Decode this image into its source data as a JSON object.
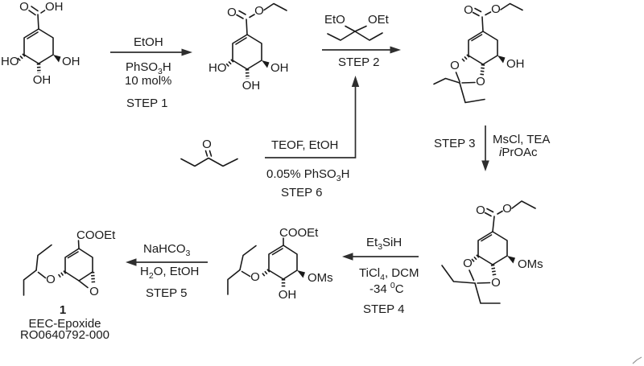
{
  "colors": {
    "ink": "#1a1a1a",
    "arrow": "#2e2e2e",
    "background": "#ffffff"
  },
  "steps": {
    "step1": {
      "label": "STEP 1",
      "reagent_above": "EtOH",
      "reagent_below_1": [
        "PhSO",
        "3",
        "H"
      ],
      "reagent_below_2": "10 mol%"
    },
    "step2": {
      "label": "STEP 2"
    },
    "step3": {
      "label": "STEP 3",
      "reagent_line_1": "MsCl, TEA",
      "reagent_line_2": [
        "i",
        "PrOAc"
      ]
    },
    "step4": {
      "label": "STEP 4",
      "reagent_above": [
        "Et",
        "3",
        "SiH"
      ],
      "reagent_below_1": [
        "TiCl",
        "4",
        ", DCM"
      ],
      "reagent_below_2": [
        "-34 ",
        "0",
        "C"
      ]
    },
    "step5": {
      "label": "STEP 5",
      "reagent_above": [
        "NaHCO",
        "3"
      ],
      "reagent_below": [
        "H",
        "2",
        "O, EtOH"
      ]
    },
    "step6": {
      "label": "STEP 6",
      "reagent_above": "TEOF, EtOH",
      "reagent_below": [
        "0.05% PhSO",
        "3",
        "H"
      ]
    }
  },
  "molecules": {
    "shikimic_acid": {
      "labels": {
        "carbonyl_o": "O",
        "acid_oh": "OH",
        "ho_left": "HO",
        "oh_bottom": "OH",
        "oh_right": "OH"
      }
    },
    "ethyl_shikimate": {
      "labels": {
        "carbonyl_o": "O",
        "ester_o": "O",
        "ho_left": "HO",
        "oh_bottom": "OH",
        "oh_right": "OH"
      }
    },
    "pentylidene_ketal_alcohol": {
      "labels": {
        "carbonyl_o": "O",
        "ester_o": "O",
        "oh_right": "OH",
        "dioxolane_o_upper": "O",
        "dioxolane_o_lower": "O"
      }
    },
    "pentylidene_ketal_mesylate": {
      "labels": {
        "carbonyl_o": "O",
        "ester_o": "O",
        "oms_right": "OMs",
        "dioxolane_o_upper": "O",
        "dioxolane_o_lower": "O"
      }
    },
    "pentyloxy_hydroxy_mesylate": {
      "labels": {
        "ester": "COOEt",
        "ether_o": "O",
        "oms_right": "OMs",
        "oh_bottom": "OH"
      }
    },
    "eec_epoxide": {
      "labels": {
        "ester": "COOEt",
        "ether_o": "O",
        "epoxide_o": "O"
      },
      "compound_number": "1",
      "compound_name": "EEC-Epoxide",
      "compound_code": "RO0640792-000"
    },
    "pentan_3_one": {
      "labels": {
        "carbonyl_o": "O"
      }
    },
    "diethoxypentane": {
      "labels": {
        "eto": "EtO",
        "oet": "OEt"
      }
    }
  }
}
